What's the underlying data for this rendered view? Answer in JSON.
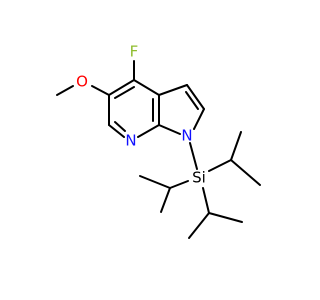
{
  "molecule": {
    "atoms": {
      "fluorine": {
        "symbol": "F",
        "color": "#8fbc2e"
      },
      "oxygen": {
        "symbol": "O",
        "color": "#ff0000"
      },
      "pyridine_nitrogen": {
        "symbol": "N",
        "color": "#1010ff"
      },
      "pyrrole_nitrogen": {
        "symbol": "N",
        "color": "#1010ff"
      },
      "silicon": {
        "symbol": "Si",
        "color": "#000000"
      }
    }
  }
}
